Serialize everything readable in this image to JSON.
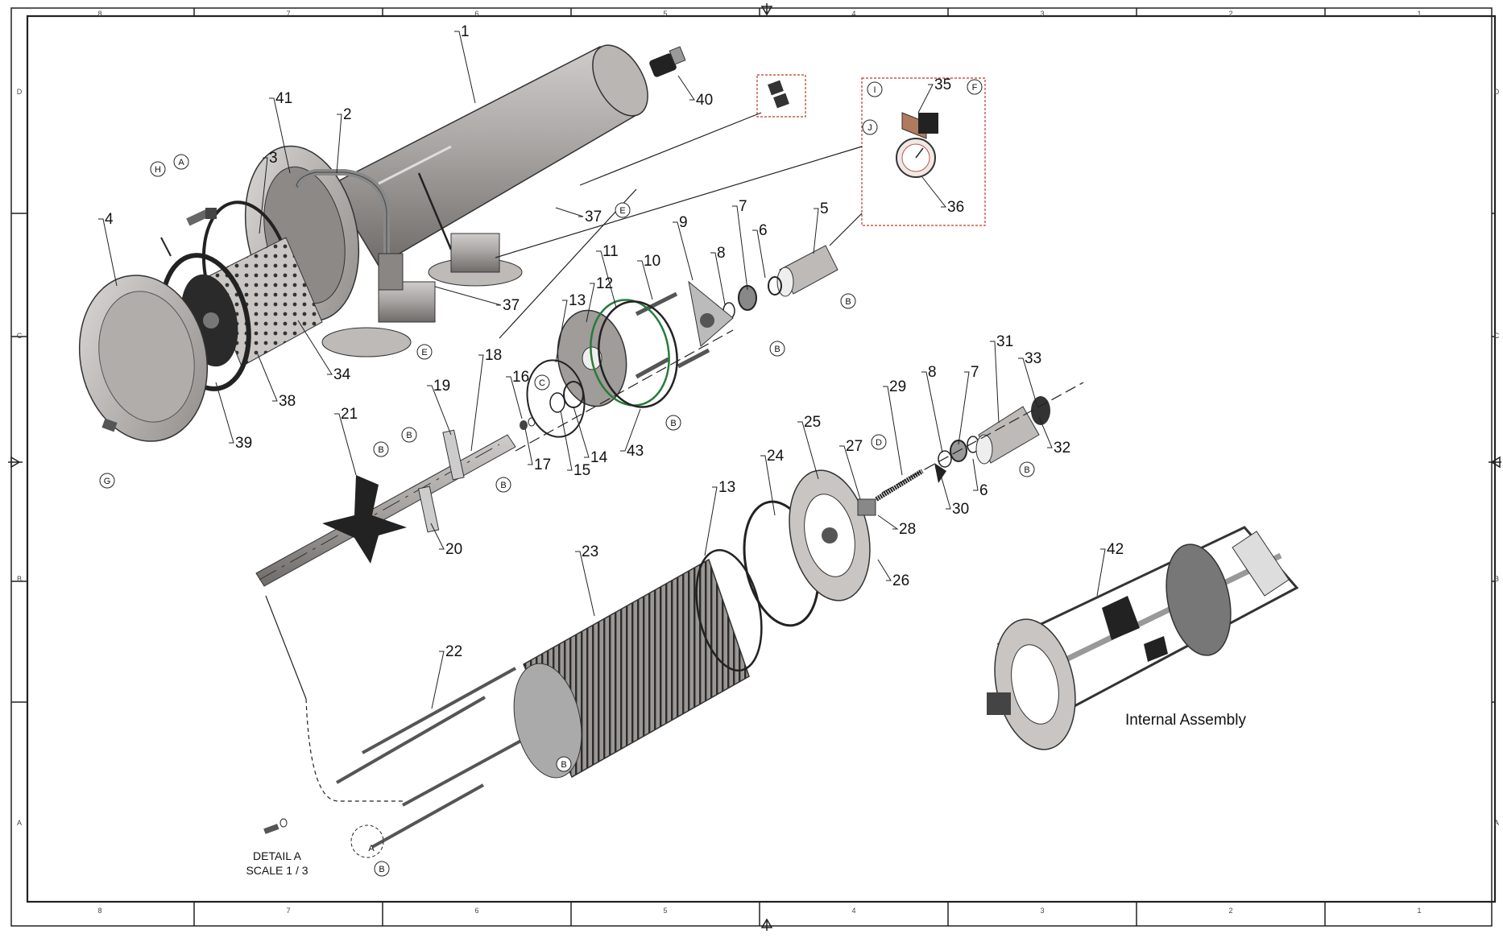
{
  "frame": {
    "zones_columns": [
      "8",
      "7",
      "6",
      "5",
      "4",
      "3",
      "2",
      "1"
    ],
    "zones_rows": [
      "D",
      "C",
      "B",
      "A"
    ]
  },
  "callouts": [
    {
      "id": "c1",
      "label": "1"
    },
    {
      "id": "c2",
      "label": "2"
    },
    {
      "id": "c3",
      "label": "3"
    },
    {
      "id": "c4",
      "label": "4"
    },
    {
      "id": "c5",
      "label": "5"
    },
    {
      "id": "c6a",
      "label": "6"
    },
    {
      "id": "c6b",
      "label": "6"
    },
    {
      "id": "c7a",
      "label": "7"
    },
    {
      "id": "c7b",
      "label": "7"
    },
    {
      "id": "c8a",
      "label": "8"
    },
    {
      "id": "c8b",
      "label": "8"
    },
    {
      "id": "c9",
      "label": "9"
    },
    {
      "id": "c10",
      "label": "10"
    },
    {
      "id": "c11",
      "label": "11"
    },
    {
      "id": "c12",
      "label": "12"
    },
    {
      "id": "c13a",
      "label": "13"
    },
    {
      "id": "c13b",
      "label": "13"
    },
    {
      "id": "c14",
      "label": "14"
    },
    {
      "id": "c15",
      "label": "15"
    },
    {
      "id": "c16",
      "label": "16"
    },
    {
      "id": "c17",
      "label": "17"
    },
    {
      "id": "c18",
      "label": "18"
    },
    {
      "id": "c19",
      "label": "19"
    },
    {
      "id": "c20",
      "label": "20"
    },
    {
      "id": "c21",
      "label": "21"
    },
    {
      "id": "c22",
      "label": "22"
    },
    {
      "id": "c23",
      "label": "23"
    },
    {
      "id": "c24",
      "label": "24"
    },
    {
      "id": "c25",
      "label": "25"
    },
    {
      "id": "c26",
      "label": "26"
    },
    {
      "id": "c27",
      "label": "27"
    },
    {
      "id": "c28",
      "label": "28"
    },
    {
      "id": "c29",
      "label": "29"
    },
    {
      "id": "c30",
      "label": "30"
    },
    {
      "id": "c31",
      "label": "31"
    },
    {
      "id": "c32",
      "label": "32"
    },
    {
      "id": "c33",
      "label": "33"
    },
    {
      "id": "c34",
      "label": "34"
    },
    {
      "id": "c35",
      "label": "35"
    },
    {
      "id": "c36",
      "label": "36"
    },
    {
      "id": "c37a",
      "label": "37"
    },
    {
      "id": "c37b",
      "label": "37"
    },
    {
      "id": "c38",
      "label": "38"
    },
    {
      "id": "c39",
      "label": "39"
    },
    {
      "id": "c40",
      "label": "40"
    },
    {
      "id": "c41",
      "label": "41"
    },
    {
      "id": "c42",
      "label": "42"
    },
    {
      "id": "c43",
      "label": "43"
    }
  ],
  "balloons": [
    {
      "id": "bA",
      "label": "A"
    },
    {
      "id": "bH",
      "label": "H"
    },
    {
      "id": "bG",
      "label": "G"
    },
    {
      "id": "bE1",
      "label": "E"
    },
    {
      "id": "bE2",
      "label": "E"
    },
    {
      "id": "bI",
      "label": "I"
    },
    {
      "id": "bJ",
      "label": "J"
    },
    {
      "id": "bF",
      "label": "F"
    },
    {
      "id": "bC",
      "label": "C"
    },
    {
      "id": "bD",
      "label": "D"
    },
    {
      "id": "bB1",
      "label": "B"
    },
    {
      "id": "bB2",
      "label": "B"
    },
    {
      "id": "bB3",
      "label": "B"
    },
    {
      "id": "bB4",
      "label": "B"
    },
    {
      "id": "bB5",
      "label": "B"
    },
    {
      "id": "bB6",
      "label": "B"
    },
    {
      "id": "bB7",
      "label": "B"
    },
    {
      "id": "bB8",
      "label": "B"
    },
    {
      "id": "bB9",
      "label": "B"
    },
    {
      "id": "bDetA",
      "label": "A"
    }
  ],
  "detail": {
    "title": "DETAIL  A",
    "scale": "SCALE 1 / 3"
  },
  "internal_assembly": {
    "label": "Internal Assembly"
  }
}
